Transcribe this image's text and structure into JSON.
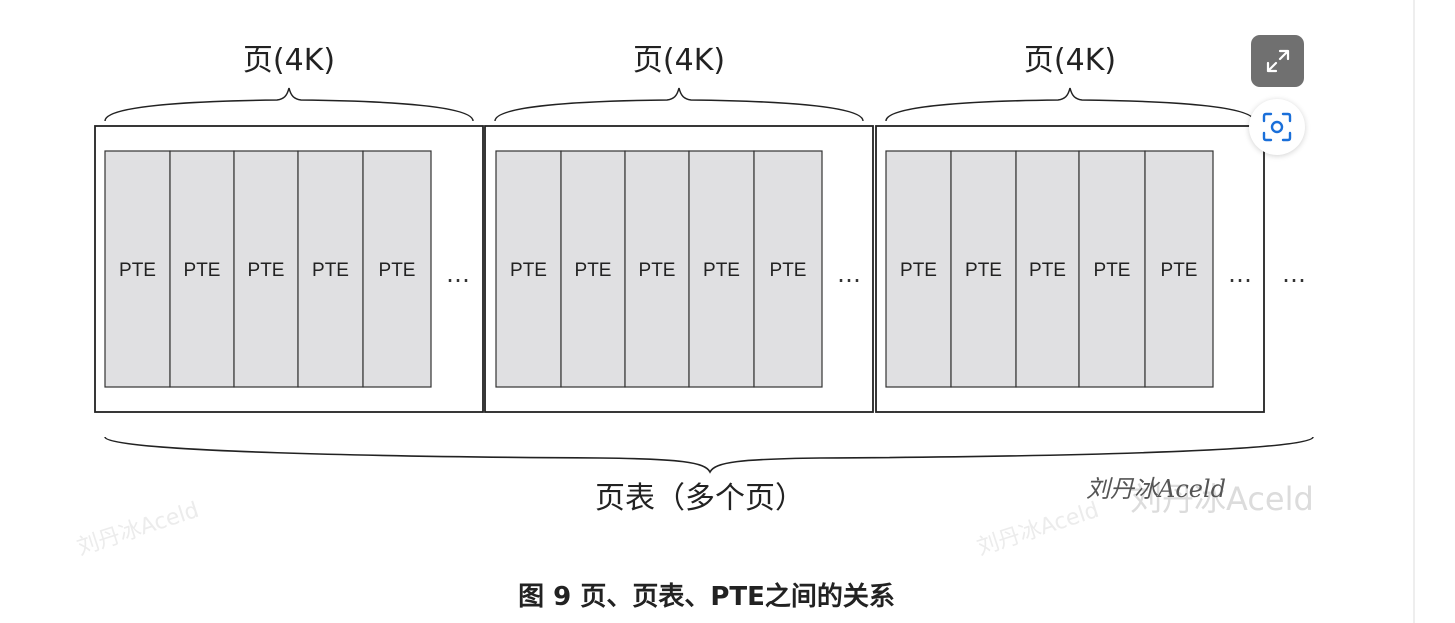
{
  "diagram": {
    "pages": [
      {
        "label": "页(4K)",
        "cells": [
          "PTE",
          "PTE",
          "PTE",
          "PTE",
          "PTE"
        ],
        "ellipsis": "…"
      },
      {
        "label": "页(4K)",
        "cells": [
          "PTE",
          "PTE",
          "PTE",
          "PTE",
          "PTE"
        ],
        "ellipsis": "…"
      },
      {
        "label": "页(4K)",
        "cells": [
          "PTE",
          "PTE",
          "PTE",
          "PTE",
          "PTE"
        ],
        "ellipsis": "…"
      }
    ],
    "trailing_ellipsis": "…",
    "page_table_label": "页表（多个页）",
    "watermarks": [
      "刘丹冰Aceld",
      "刘丹冰Aceld",
      "刘丹冰Aceld"
    ],
    "signature": "刘丹冰Aceld"
  },
  "caption": "图 9 页、页表、PTE之间的关系",
  "toolbar": {
    "expand_icon": "expand-icon",
    "scan_icon": "scan-icon"
  },
  "colors": {
    "cell_fill": "#e0e0e2",
    "stroke": "#222222",
    "scan_accent": "#1a6fd9",
    "expand_bg": "#707070"
  }
}
